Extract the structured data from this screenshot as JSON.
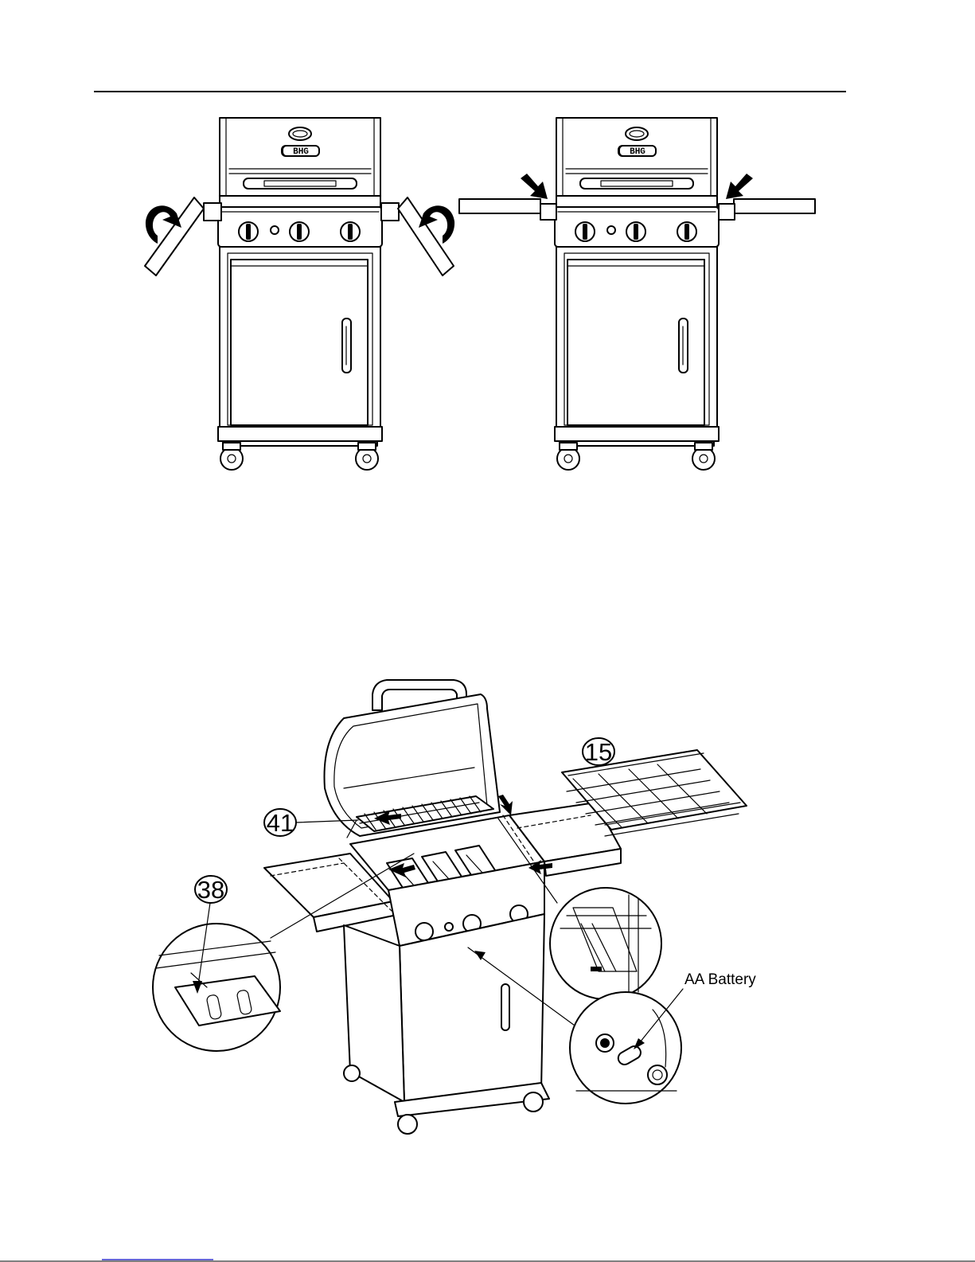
{
  "figure_top": {
    "left_grill": {
      "brand_text": "BHG"
    },
    "right_grill": {
      "brand_text": "BHG"
    }
  },
  "figure_bottom": {
    "callouts": [
      {
        "id": "part-15",
        "text": "15"
      },
      {
        "id": "part-41",
        "text": "41"
      },
      {
        "id": "part-38",
        "text": "38"
      }
    ],
    "battery_label": "AA Battery"
  }
}
